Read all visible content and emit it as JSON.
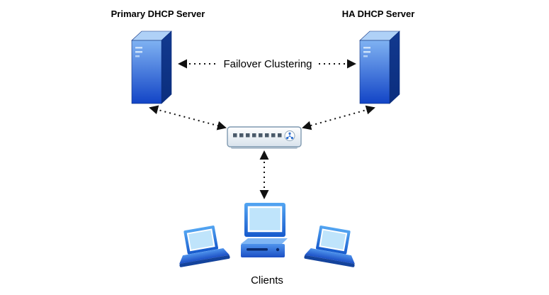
{
  "diagram": {
    "type": "network-topology",
    "nodes": [
      {
        "id": "primary-dhcp",
        "label": "Primary DHCP Server",
        "kind": "server"
      },
      {
        "id": "ha-dhcp",
        "label": "HA DHCP Server",
        "kind": "server"
      },
      {
        "id": "switch",
        "label": "",
        "kind": "network-switch"
      },
      {
        "id": "clients",
        "label": "Clients",
        "kind": "client-group"
      }
    ],
    "edges": [
      {
        "from": "primary-dhcp",
        "to": "ha-dhcp",
        "label": "Failover Clustering",
        "style": "dotted",
        "arrows": "both"
      },
      {
        "from": "primary-dhcp",
        "to": "switch",
        "label": "",
        "style": "dotted",
        "arrows": "both"
      },
      {
        "from": "ha-dhcp",
        "to": "switch",
        "label": "",
        "style": "dotted",
        "arrows": "both"
      },
      {
        "from": "switch",
        "to": "clients",
        "label": "",
        "style": "dotted",
        "arrows": "both"
      }
    ],
    "icons": [
      "server-tower-icon",
      "server-tower-icon",
      "network-switch-icon",
      "desktop-computer-icon",
      "laptop-icon",
      "laptop-icon"
    ]
  },
  "palette": {
    "server_blue_light": "#7FB2F2",
    "server_blue_dark": "#1244C6",
    "server_side_navy": "#0B2E7E",
    "server_top_light": "#AFD1F7",
    "screen_light_blue": "#BFE4FB",
    "client_blue": "#2E7FE8",
    "switch_body": "#E9EFF5",
    "switch_border": "#7F99B0",
    "arrow_black": "#111111",
    "background": "#ffffff"
  }
}
